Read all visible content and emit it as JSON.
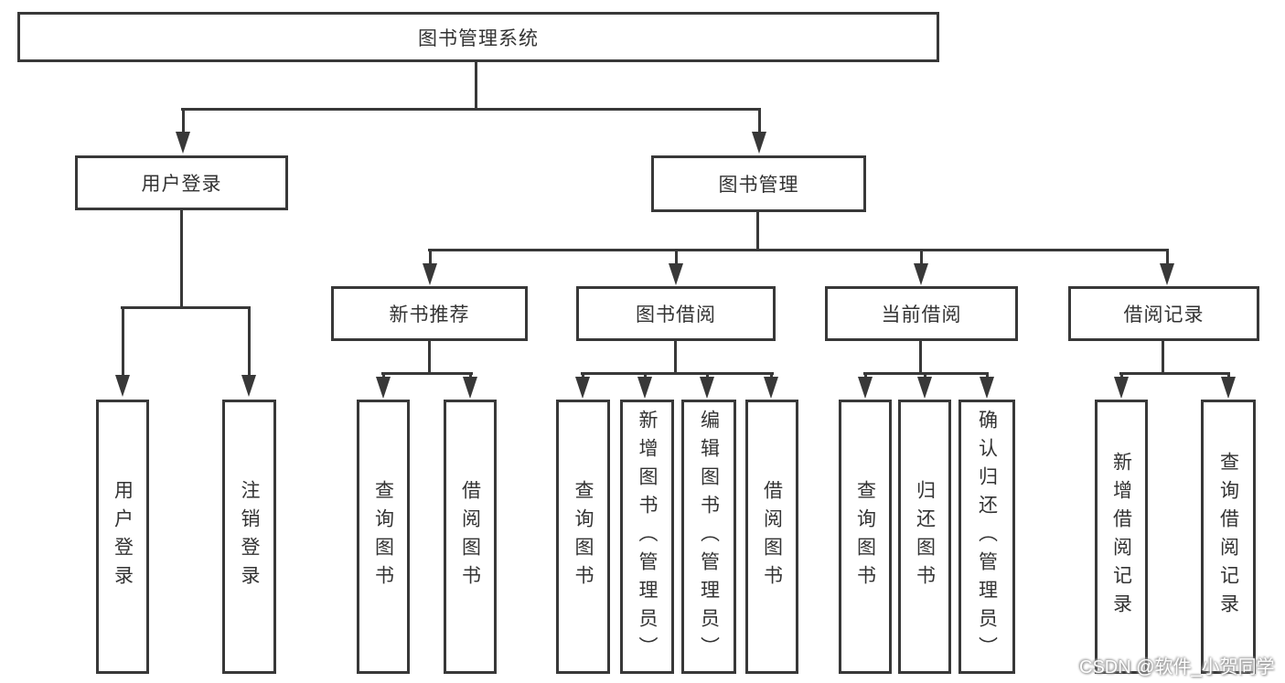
{
  "diagram": {
    "type": "hierarchy-tree",
    "title": "图书管理系统",
    "tree": {
      "root": {
        "label": "图书管理系统"
      },
      "branches": [
        {
          "label": "用户登录",
          "children": [
            "用户登录",
            "注销登录"
          ]
        },
        {
          "label": "图书管理",
          "children": [
            {
              "label": "新书推荐",
              "children": [
                "查询图书",
                "借阅图书"
              ]
            },
            {
              "label": "图书借阅",
              "children": [
                "查询图书",
                "新增图书（管理员）",
                "编辑图书（管理员）",
                "借阅图书"
              ]
            },
            {
              "label": "当前借阅",
              "children": [
                "查询图书",
                "归还图书",
                "确认归还（管理员）"
              ]
            },
            {
              "label": "借阅记录",
              "children": [
                "新增借阅记录",
                "查询借阅记录"
              ]
            }
          ]
        }
      ]
    },
    "watermark": {
      "text": "CSDN @软件_小贺同学"
    },
    "colors": {
      "line": "#383838",
      "box_border": "#383838",
      "box_background": "#ffffff",
      "text": "#333333",
      "watermark_text": "#ffffff",
      "page_background": "#ffffff"
    }
  }
}
